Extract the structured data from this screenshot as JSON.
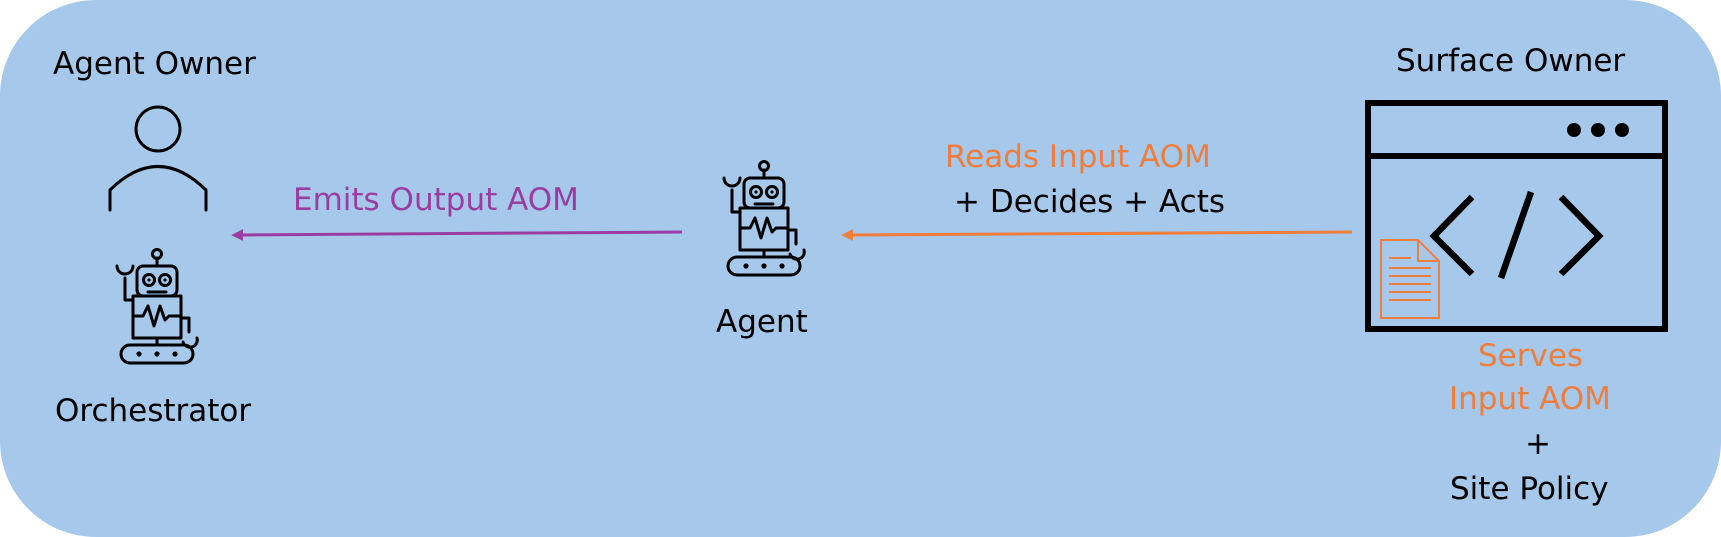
{
  "agent_owner": {
    "title": "Agent Owner"
  },
  "orchestrator": {
    "label": "Orchestrator"
  },
  "agent": {
    "label": "Agent"
  },
  "surface_owner": {
    "title": "Surface Owner",
    "serves_line1": "Serves",
    "serves_line2": "Input AOM",
    "plus": "+",
    "site_policy": "Site Policy"
  },
  "edges": {
    "output": {
      "label": "Emits Output AOM"
    },
    "input": {
      "label_line1": "Reads Input AOM",
      "label_line2": "+ Decides + Acts"
    }
  },
  "icons": {
    "person": "person-icon",
    "robot": "robot-icon",
    "browser": "browser-window-icon",
    "code": "code-icon",
    "document": "document-icon"
  },
  "colors": {
    "background": "#a6c9eb",
    "orange": "#ef7d3c",
    "purple": "#9b3ca0",
    "ink": "#000000"
  }
}
